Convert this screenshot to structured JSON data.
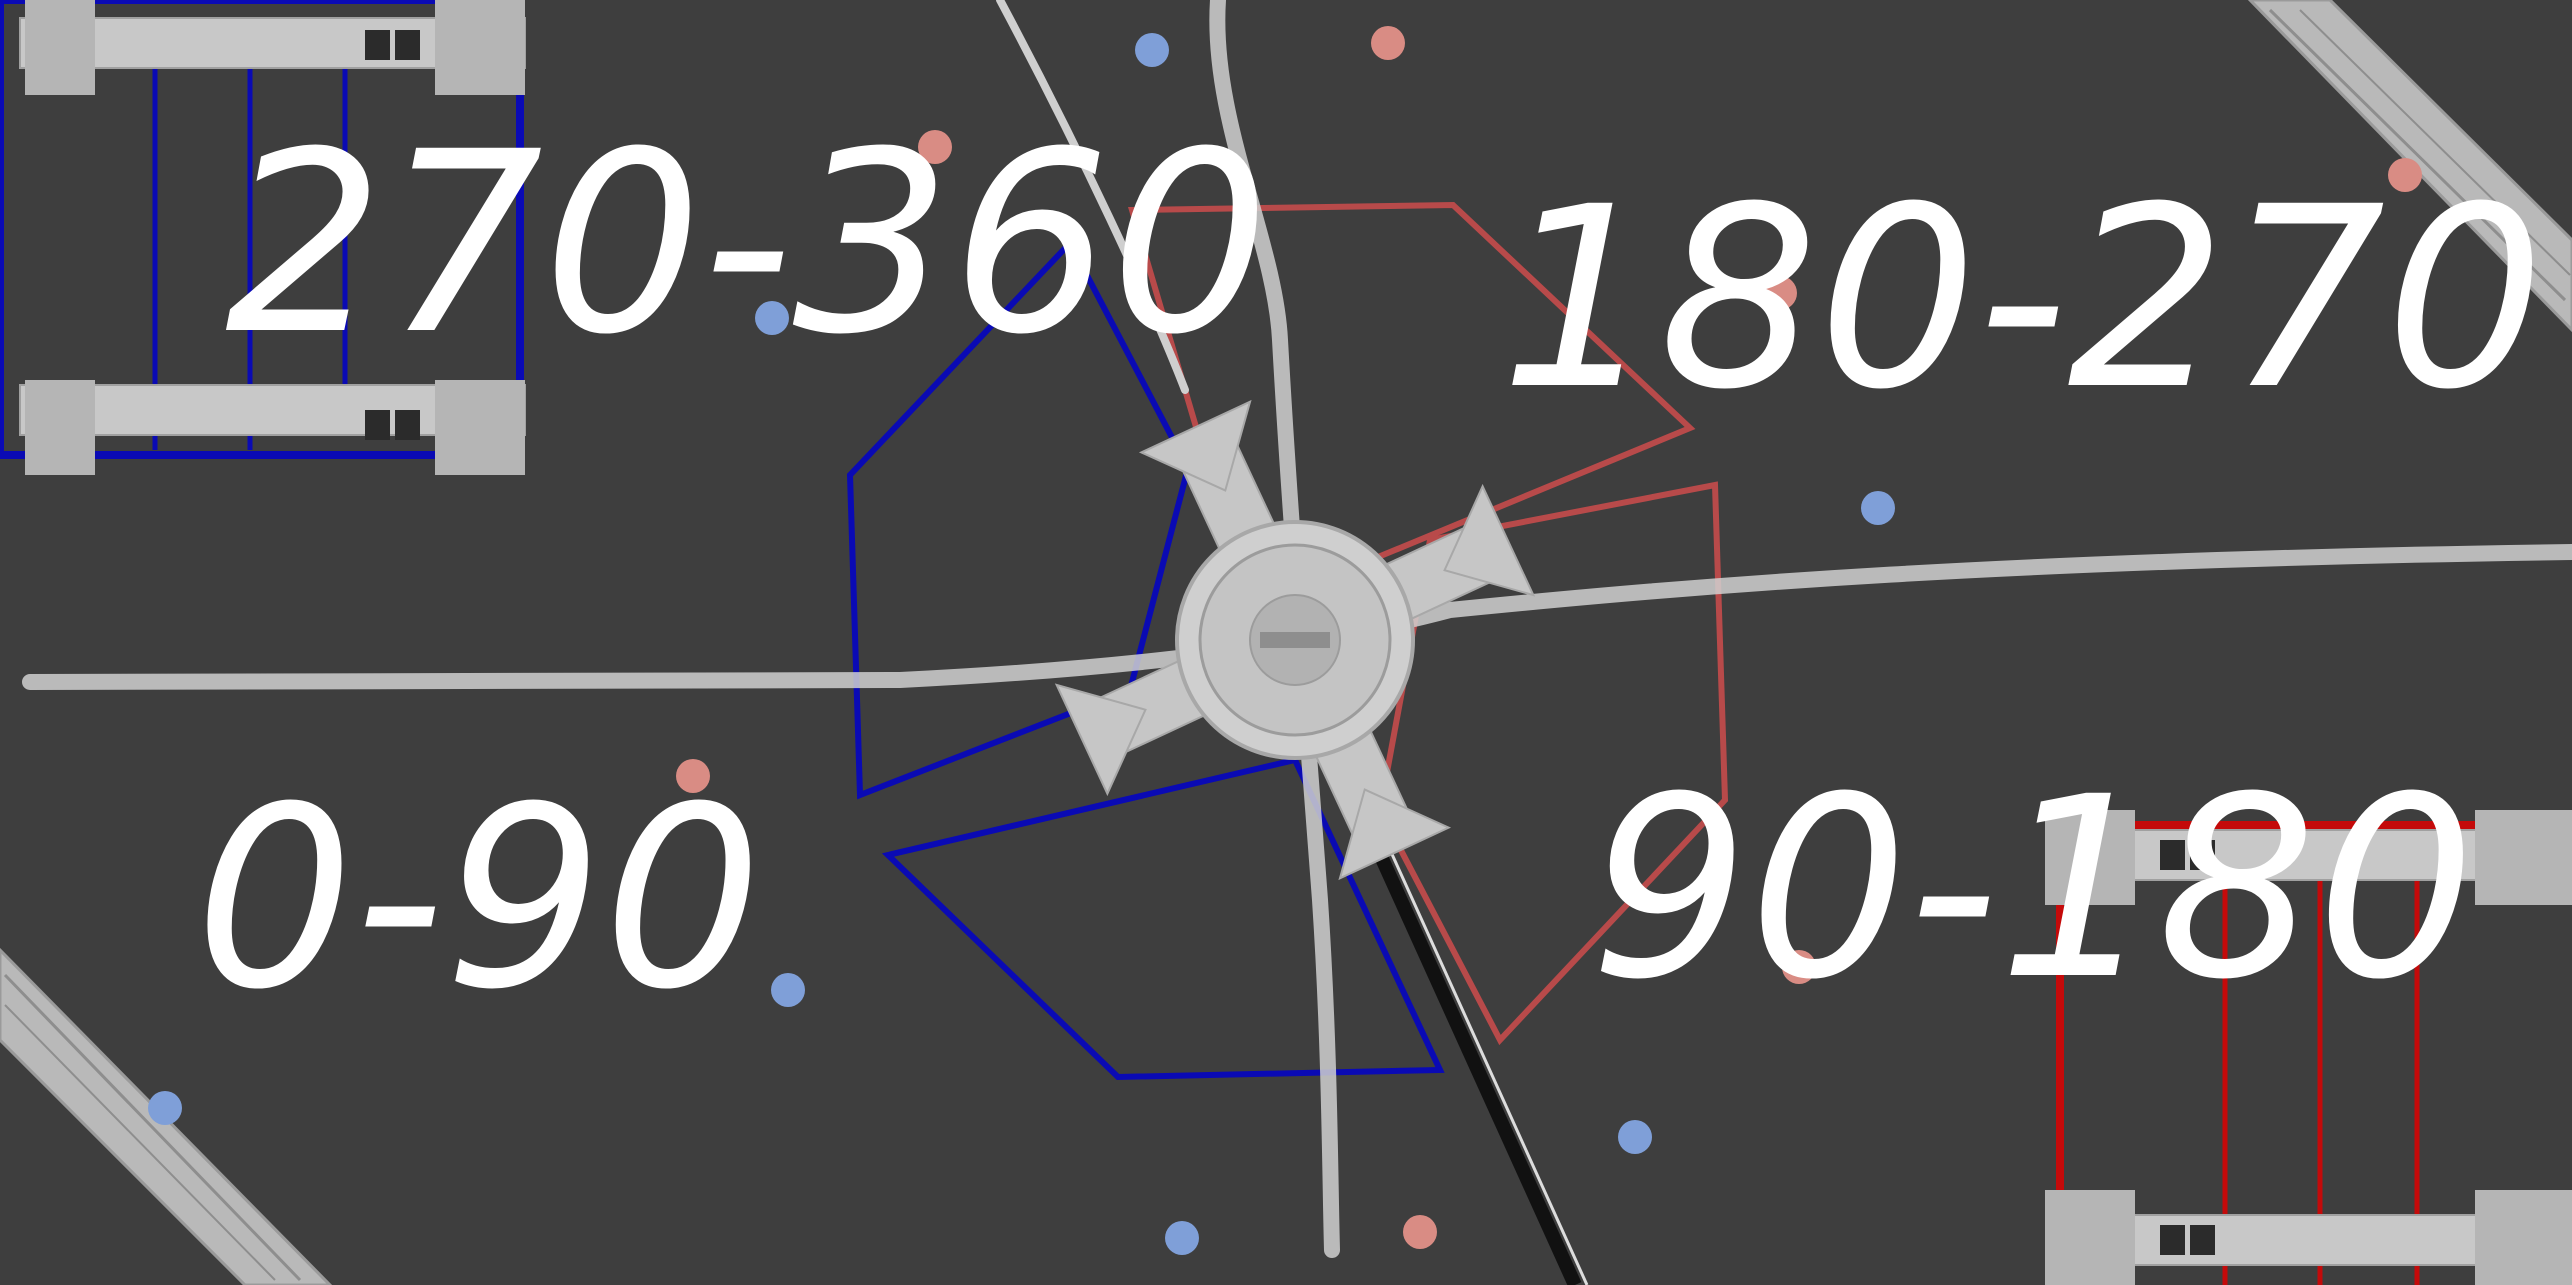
{
  "image": {
    "description_kind": "overhead render of a robot competition field with hand-drawn annotations"
  },
  "colors": {
    "floor": "#3e3e3e",
    "alliance_blue": "#0a0ab4",
    "alliance_red": "#c40a0a",
    "zone_red": "#b84a4a",
    "ball_blue": "#7f9fd8",
    "ball_red": "#d98c84",
    "ink": "#ffffff",
    "structure": "#c8c8c8"
  },
  "annotations": {
    "top_left": "270-360",
    "top_right": "180-270",
    "bottom_left": "0-90",
    "bottom_right": "90-180"
  },
  "legend_icons": [
    "blue-ball-icon",
    "red-ball-icon",
    "central-hub-icon",
    "goal-structure-icon"
  ]
}
